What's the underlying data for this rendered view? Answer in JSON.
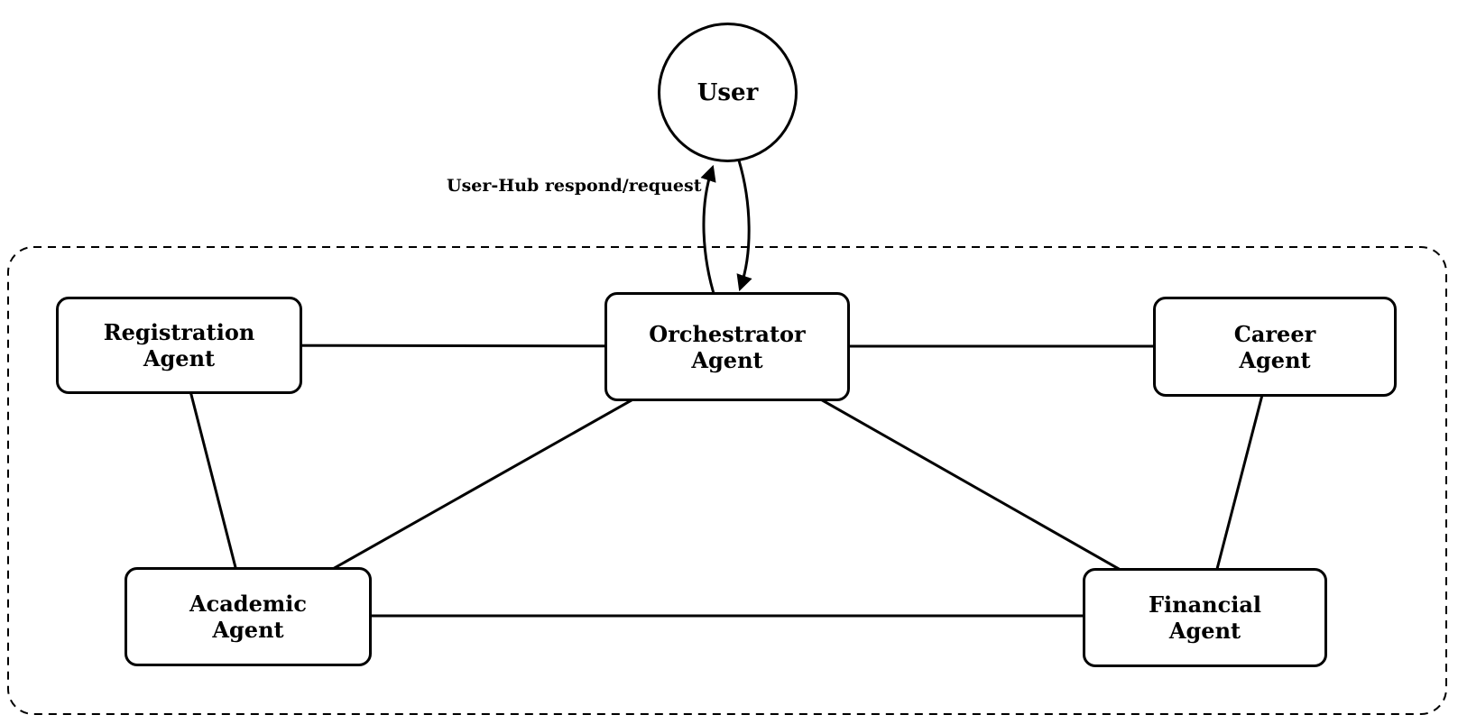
{
  "colors": {
    "background": "#ffffff",
    "stroke": "#000000",
    "text": "#000000"
  },
  "user_node": {
    "label": "User",
    "shape": "circle"
  },
  "user_hub_edge": {
    "label": "User-Hub respond/request",
    "type": "bidirectional-curved-arrows",
    "from": "user",
    "to": "orchestrator-agent"
  },
  "hub": {
    "shape": "dashed-rounded-rectangle",
    "nodes": [
      {
        "id": "registration-agent",
        "line1": "Registration",
        "line2": "Agent"
      },
      {
        "id": "orchestrator-agent",
        "line1": "Orchestrator",
        "line2": "Agent"
      },
      {
        "id": "career-agent",
        "line1": "Career",
        "line2": "Agent"
      },
      {
        "id": "academic-agent",
        "line1": "Academic",
        "line2": "Agent"
      },
      {
        "id": "financial-agent",
        "line1": "Financial",
        "line2": "Agent"
      }
    ],
    "edges": [
      {
        "from": "registration-agent",
        "to": "orchestrator-agent"
      },
      {
        "from": "orchestrator-agent",
        "to": "career-agent"
      },
      {
        "from": "registration-agent",
        "to": "academic-agent"
      },
      {
        "from": "orchestrator-agent",
        "to": "academic-agent"
      },
      {
        "from": "orchestrator-agent",
        "to": "financial-agent"
      },
      {
        "from": "career-agent",
        "to": "financial-agent"
      },
      {
        "from": "academic-agent",
        "to": "financial-agent"
      }
    ]
  }
}
